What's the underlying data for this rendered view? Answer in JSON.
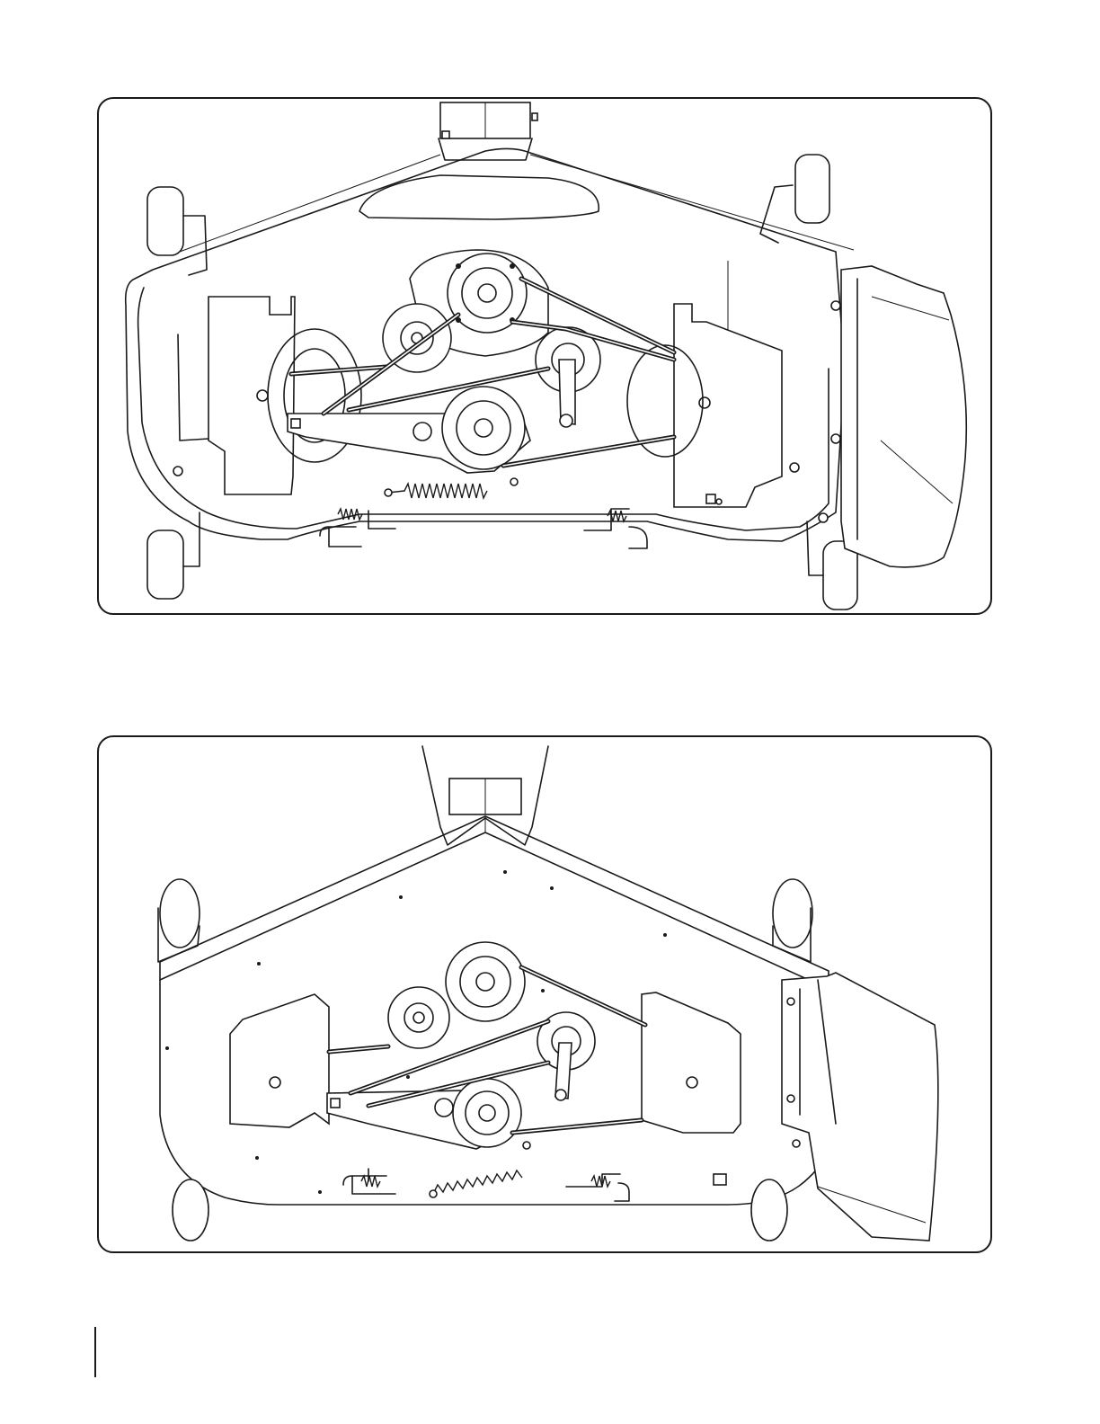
{
  "figures": [
    {
      "id": "top",
      "subject": "mower-deck-top-view-belt-routing"
    },
    {
      "id": "bottom",
      "subject": "mower-deck-top-view-belt-routing-alternate"
    }
  ],
  "colors": {
    "line": "#1a1a1a",
    "background": "#ffffff"
  }
}
